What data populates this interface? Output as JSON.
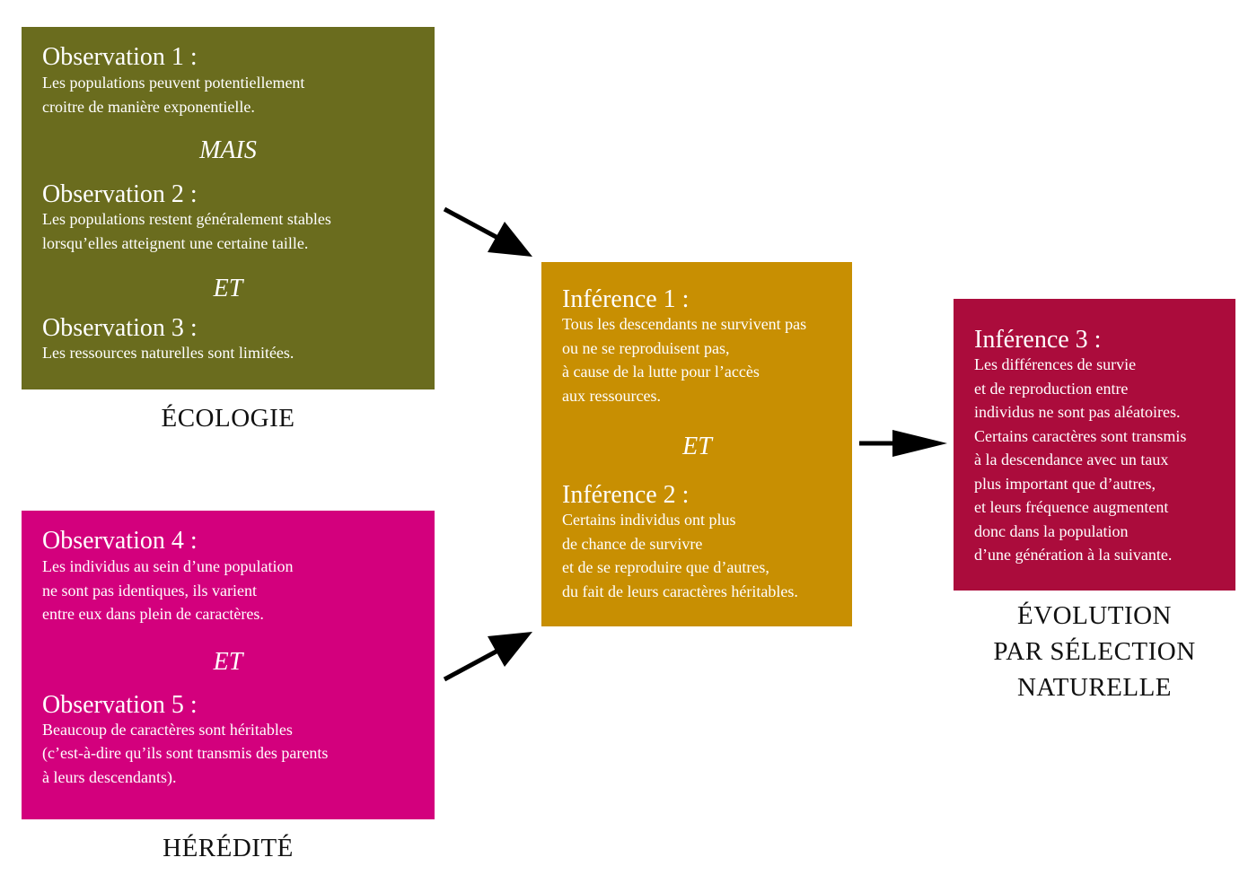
{
  "colors": {
    "ecologie": "#6a6c1e",
    "heredite": "#d3007d",
    "inference": "#c88f02",
    "evolution": "#ab0c3c",
    "arrow": "#000000"
  },
  "ecologie": {
    "obs1_title": "Observation 1 :",
    "obs1_text": "Les populations peuvent potentiellement\ncroitre de manière exponentielle.",
    "connector1": "MAIS",
    "obs2_title": "Observation 2 :",
    "obs2_text": "Les populations restent généralement stables\nlorsqu’elles atteignent une certaine taille.",
    "connector2": "ET",
    "obs3_title": "Observation 3 :",
    "obs3_text": "Les ressources naturelles sont limitées.",
    "label": "ÉCOLOGIE"
  },
  "heredite": {
    "obs4_title": "Observation 4 :",
    "obs4_text": "Les individus au sein d’une population\nne sont pas identiques, ils varient\nentre eux dans plein de caractères.",
    "connector": "ET",
    "obs5_title": "Observation 5 :",
    "obs5_text": "Beaucoup de caractères sont héritables\n(c’est-à-dire qu’ils sont transmis des parents\nà leurs descendants).",
    "label": "HÉRÉDITÉ"
  },
  "inference": {
    "inf1_title": "Inférence 1 :",
    "inf1_text": "Tous les descendants ne survivent pas\nou ne se reproduisent pas,\nà cause de la lutte pour l’accès\naux ressources.",
    "connector": "ET",
    "inf2_title": "Inférence 2 :",
    "inf2_text": "Certains individus ont plus\nde chance de survivre\net de se reproduire que d’autres,\ndu fait de leurs caractères héritables."
  },
  "evolution": {
    "inf3_title": "Inférence 3 :",
    "inf3_text": "Les différences de survie\net de reproduction entre\nindividus ne sont pas aléatoires.\nCertains caractères sont transmis\nà la descendance avec un taux\nplus important que d’autres,\net leurs fréquence augmentent\ndonc dans la population\nd’une génération à la suivante.",
    "label": "ÉVOLUTION\nPAR SÉLECTION\nNATURELLE"
  }
}
